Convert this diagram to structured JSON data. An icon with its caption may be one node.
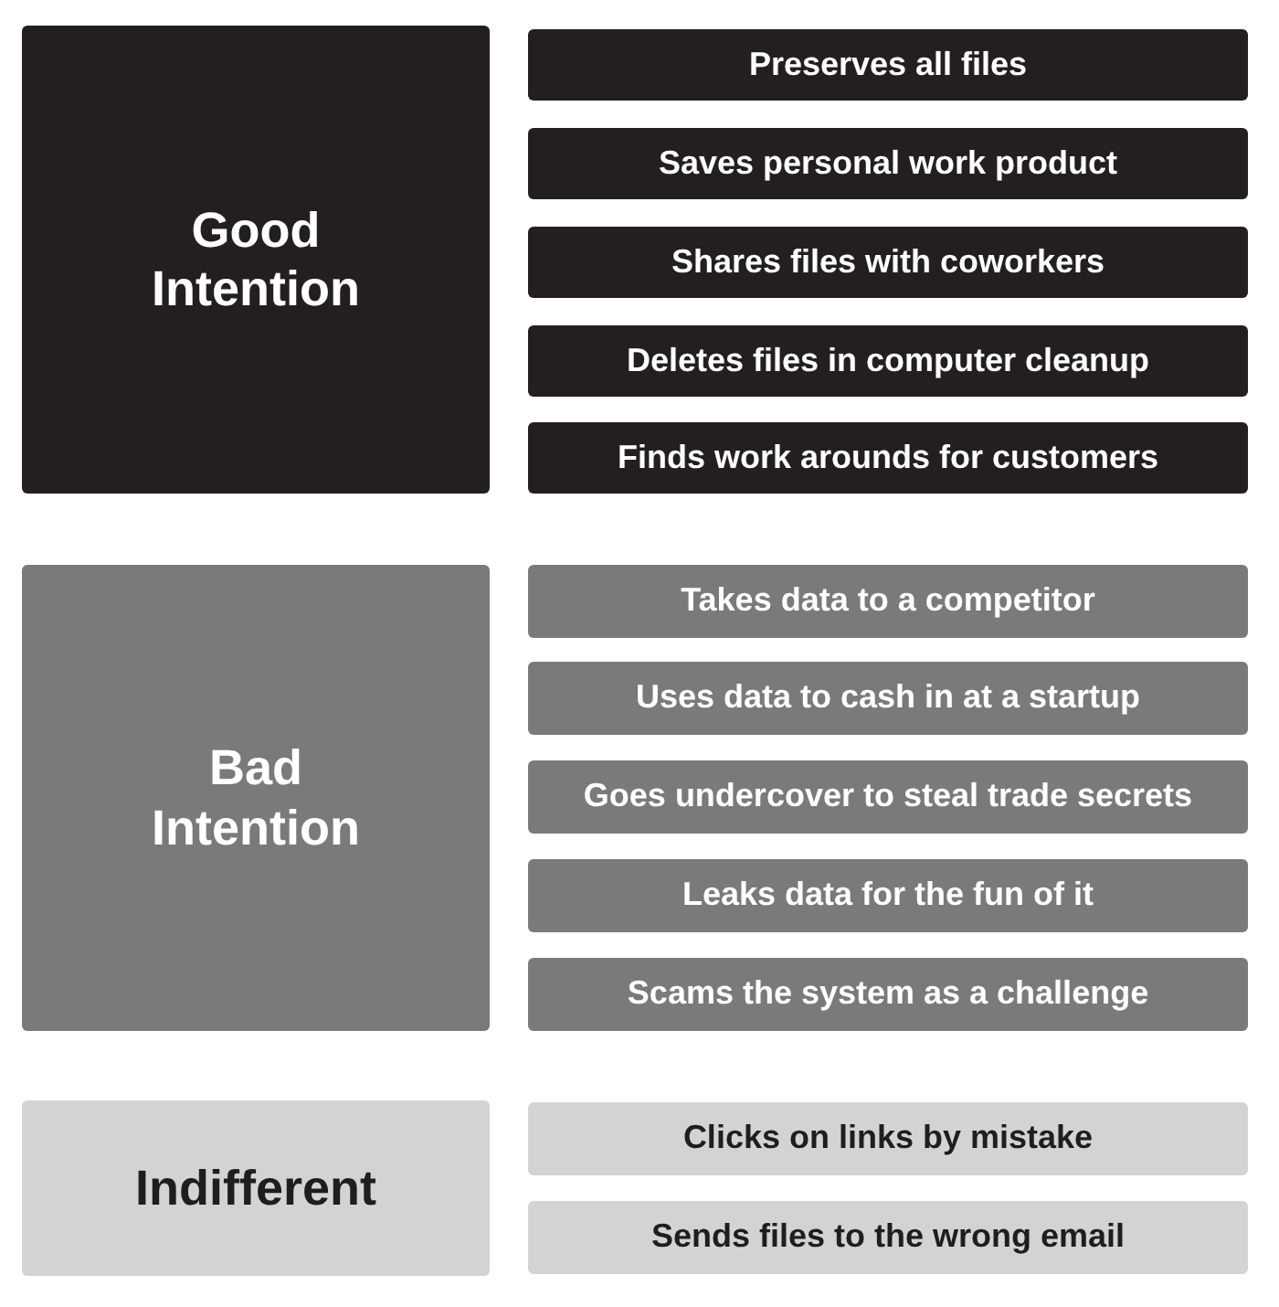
{
  "diagram": {
    "nodes": [
      {
        "text": [
          "Good Intention"
        ]
      },
      {
        "text": [
          "Preserves all files"
        ]
      },
      {
        "text": [
          "Saves personal work product"
        ]
      },
      {
        "text": [
          "Shares files with coworkers"
        ]
      },
      {
        "text": [
          "Deletes files in computer cleanup"
        ]
      },
      {
        "text": [
          "Finds work arounds for customers"
        ]
      },
      {
        "text": [
          "Bad Intention"
        ]
      },
      {
        "text": [
          "Takes data to a competitor"
        ]
      },
      {
        "text": [
          "Uses data to cash in at a startup"
        ]
      },
      {
        "text": [
          "Goes undercover to steal trade secrets"
        ]
      },
      {
        "text": [
          "Leaks data for the fun of it"
        ]
      },
      {
        "text": [
          "Scams the system as a challenge"
        ]
      },
      {
        "text": [
          "Indifferent"
        ]
      },
      {
        "text": [
          "Clicks on links by mistake"
        ]
      },
      {
        "text": [
          "Sends files to the wrong email"
        ]
      }
    ]
  }
}
